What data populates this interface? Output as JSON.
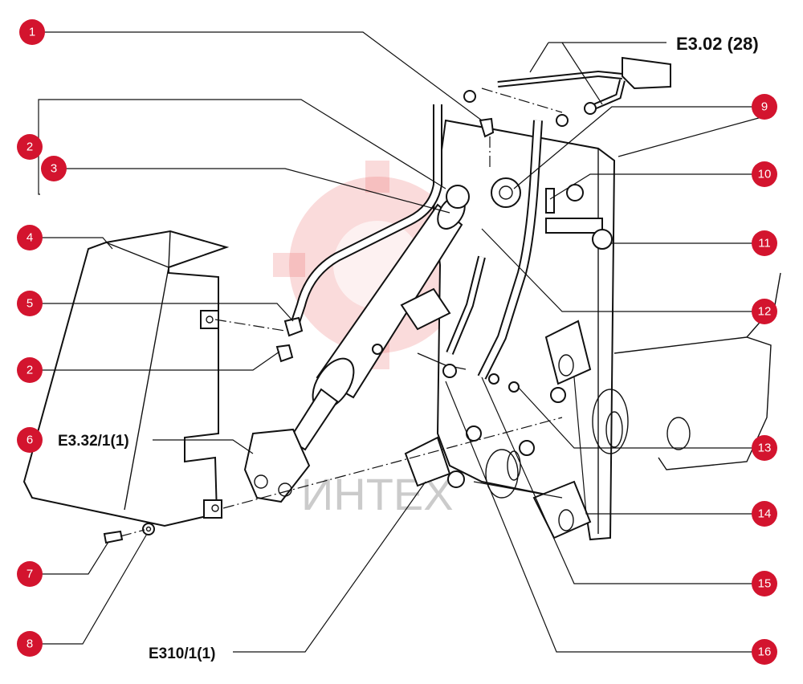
{
  "references": {
    "top_right": "E3.02 (28)",
    "left_guard": "E3.32/1(1)",
    "bottom": "E310/1(1)"
  },
  "watermark": "ИНТЕХ",
  "callouts": [
    "1",
    "2",
    "3",
    "4",
    "5",
    "2",
    "6",
    "7",
    "8",
    "9",
    "10",
    "11",
    "12",
    "13",
    "14",
    "15",
    "16"
  ],
  "colors": {
    "badge": "#d3142e",
    "line": "#111111",
    "watermark": "#e85a5a"
  }
}
